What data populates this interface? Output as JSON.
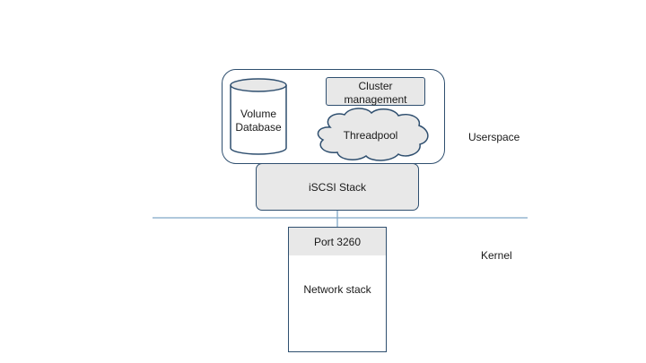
{
  "diagram": {
    "volume_database": "Volume\nDatabase",
    "cluster_management": "Cluster\nmanagement",
    "threadpool": "Threadpool",
    "iscsi_stack": "iSCSI Stack",
    "port": "Port 3260",
    "network_stack": "Network stack",
    "userspace": "Userspace",
    "kernel": "Kernel"
  },
  "colors": {
    "outline": "#2f4f6f",
    "fill": "#e8e8e8",
    "divider": "#7fa7c7"
  }
}
